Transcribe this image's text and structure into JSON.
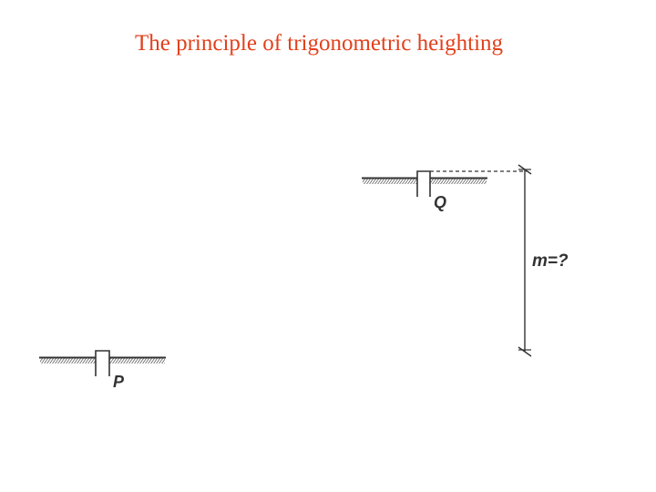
{
  "slide": {
    "title": "The principle of trigonometric heighting"
  },
  "diagram": {
    "points": [
      {
        "id": "Q",
        "label": "Q"
      },
      {
        "id": "P",
        "label": "P"
      }
    ],
    "height_difference_label": "m=?"
  },
  "colors": {
    "title": "#e2401c",
    "drawing": "#333333"
  }
}
